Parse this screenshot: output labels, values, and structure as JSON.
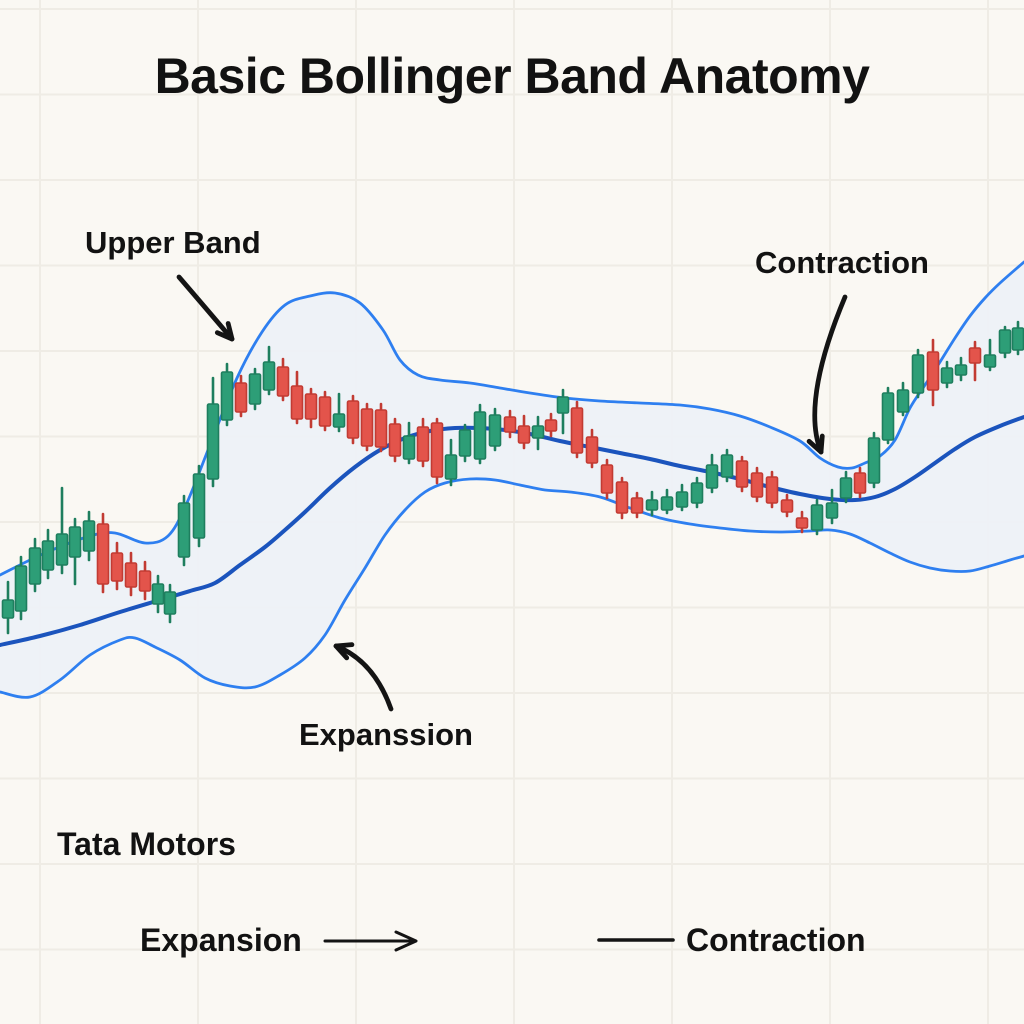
{
  "title": "Basic Bollinger Band Anatomy",
  "ticker": "Tata Motors",
  "legend": {
    "expansion": {
      "label": "Expansion",
      "marker": "right-arrow"
    },
    "contraction": {
      "label": "Contraction",
      "marker": "line"
    }
  },
  "colors": {
    "background": "#faf8f3",
    "grid": "#efece5",
    "band_fill": "#edf1f7",
    "band_line": "#2e7ff0",
    "middle_line": "#1b54bd",
    "candle_up": "#2d9e77",
    "candle_up_border": "#1e7e5e",
    "candle_down": "#e3544b",
    "candle_down_border": "#c23b33",
    "annotation": "#141414",
    "text": "#121212"
  },
  "chart_data": {
    "type": "candlestick",
    "overlay": "bollinger_bands",
    "title": "Basic Bollinger Band Anatomy",
    "instrument": "Tata Motors",
    "axes_visible": false,
    "units": "screen pixels, y increases downward",
    "grid": {
      "v_start": 40,
      "v_step": 158,
      "h_start": 9,
      "h_step": 85.5
    },
    "annotations": {
      "upper_band": {
        "text": "Upper Band",
        "arrow": {
          "from": [
            179,
            277
          ],
          "ctrl": [
            204,
            306
          ],
          "to": [
            232,
            339
          ]
        }
      },
      "contraction": {
        "text": "Contraction",
        "arrow": {
          "from": [
            845,
            297
          ],
          "ctrl": [
            801,
            402
          ],
          "to": [
            821,
            452
          ]
        }
      },
      "expansion": {
        "text": "Expanssion",
        "arrow": {
          "from": [
            391,
            709
          ],
          "ctrl": [
            374,
            661
          ],
          "to": [
            336,
            646
          ]
        }
      }
    },
    "bands": {
      "upper": [
        [
          0,
          575
        ],
        [
          45,
          553
        ],
        [
          90,
          536
        ],
        [
          115,
          533
        ],
        [
          145,
          543
        ],
        [
          168,
          536
        ],
        [
          186,
          505
        ],
        [
          210,
          445
        ],
        [
          237,
          378
        ],
        [
          262,
          332
        ],
        [
          285,
          305
        ],
        [
          310,
          296
        ],
        [
          335,
          293
        ],
        [
          360,
          303
        ],
        [
          383,
          330
        ],
        [
          400,
          360
        ],
        [
          418,
          375
        ],
        [
          440,
          380
        ],
        [
          470,
          383
        ],
        [
          500,
          388
        ],
        [
          530,
          393
        ],
        [
          565,
          398
        ],
        [
          600,
          401
        ],
        [
          640,
          403
        ],
        [
          680,
          405
        ],
        [
          710,
          409
        ],
        [
          740,
          416
        ],
        [
          770,
          427
        ],
        [
          800,
          441
        ],
        [
          820,
          458
        ],
        [
          838,
          467
        ],
        [
          852,
          468
        ],
        [
          865,
          463
        ],
        [
          880,
          456
        ],
        [
          895,
          440
        ],
        [
          910,
          408
        ],
        [
          925,
          385
        ],
        [
          940,
          362
        ],
        [
          955,
          338
        ],
        [
          970,
          316
        ],
        [
          985,
          298
        ],
        [
          1000,
          283
        ],
        [
          1024,
          262
        ]
      ],
      "middle": [
        [
          0,
          645
        ],
        [
          40,
          636
        ],
        [
          80,
          625
        ],
        [
          120,
          612
        ],
        [
          160,
          600
        ],
        [
          190,
          591
        ],
        [
          215,
          583
        ],
        [
          240,
          565
        ],
        [
          265,
          547
        ],
        [
          285,
          530
        ],
        [
          305,
          512
        ],
        [
          330,
          488
        ],
        [
          355,
          467
        ],
        [
          380,
          450
        ],
        [
          405,
          438
        ],
        [
          430,
          431
        ],
        [
          455,
          428
        ],
        [
          480,
          428
        ],
        [
          505,
          430
        ],
        [
          530,
          434
        ],
        [
          560,
          441
        ],
        [
          590,
          447
        ],
        [
          620,
          453
        ],
        [
          650,
          459
        ],
        [
          680,
          466
        ],
        [
          710,
          472
        ],
        [
          740,
          479
        ],
        [
          770,
          487
        ],
        [
          800,
          494
        ],
        [
          830,
          499
        ],
        [
          855,
          500
        ],
        [
          875,
          497
        ],
        [
          895,
          489
        ],
        [
          915,
          477
        ],
        [
          935,
          463
        ],
        [
          955,
          449
        ],
        [
          975,
          437
        ],
        [
          1000,
          426
        ],
        [
          1024,
          417
        ]
      ],
      "lower": [
        [
          0,
          692
        ],
        [
          30,
          697
        ],
        [
          60,
          680
        ],
        [
          90,
          655
        ],
        [
          120,
          640
        ],
        [
          135,
          638
        ],
        [
          155,
          647
        ],
        [
          180,
          660
        ],
        [
          205,
          678
        ],
        [
          230,
          686
        ],
        [
          255,
          687
        ],
        [
          280,
          675
        ],
        [
          305,
          658
        ],
        [
          325,
          635
        ],
        [
          345,
          600
        ],
        [
          365,
          568
        ],
        [
          385,
          535
        ],
        [
          405,
          510
        ],
        [
          425,
          492
        ],
        [
          445,
          483
        ],
        [
          470,
          479
        ],
        [
          495,
          480
        ],
        [
          520,
          485
        ],
        [
          545,
          490
        ],
        [
          570,
          492
        ],
        [
          600,
          497
        ],
        [
          630,
          508
        ],
        [
          660,
          518
        ],
        [
          690,
          524
        ],
        [
          720,
          528
        ],
        [
          750,
          531
        ],
        [
          780,
          532
        ],
        [
          810,
          531
        ],
        [
          830,
          530
        ],
        [
          850,
          534
        ],
        [
          870,
          543
        ],
        [
          890,
          553
        ],
        [
          910,
          562
        ],
        [
          930,
          568
        ],
        [
          950,
          571
        ],
        [
          970,
          571
        ],
        [
          990,
          566
        ],
        [
          1010,
          560
        ],
        [
          1024,
          556
        ]
      ]
    },
    "candles_format": [
      "x",
      "wick_high",
      "body_high",
      "body_low",
      "wick_low",
      "direction(1=up,0=down)"
    ],
    "candles": [
      [
        8,
        582,
        600,
        618,
        633,
        1
      ],
      [
        21,
        557,
        566,
        611,
        619,
        1
      ],
      [
        35,
        539,
        548,
        584,
        591,
        1
      ],
      [
        48,
        530,
        541,
        570,
        578,
        1
      ],
      [
        62,
        488,
        534,
        565,
        573,
        1
      ],
      [
        75,
        519,
        527,
        557,
        584,
        1
      ],
      [
        89,
        512,
        521,
        551,
        560,
        1
      ],
      [
        103,
        514,
        524,
        584,
        592,
        0
      ],
      [
        117,
        543,
        553,
        581,
        589,
        0
      ],
      [
        131,
        553,
        563,
        587,
        595,
        0
      ],
      [
        145,
        562,
        571,
        591,
        599,
        0
      ],
      [
        158,
        576,
        584,
        604,
        612,
        1
      ],
      [
        170,
        585,
        592,
        614,
        622,
        1
      ],
      [
        184,
        496,
        503,
        557,
        565,
        1
      ],
      [
        199,
        466,
        474,
        538,
        546,
        1
      ],
      [
        213,
        378,
        404,
        479,
        486,
        1
      ],
      [
        227,
        364,
        372,
        420,
        425,
        1
      ],
      [
        241,
        376,
        383,
        412,
        416,
        0
      ],
      [
        255,
        369,
        374,
        404,
        409,
        1
      ],
      [
        269,
        347,
        362,
        390,
        394,
        1
      ],
      [
        283,
        359,
        367,
        396,
        400,
        0
      ],
      [
        297,
        372,
        386,
        419,
        423,
        0
      ],
      [
        311,
        389,
        394,
        419,
        427,
        0
      ],
      [
        325,
        392,
        397,
        426,
        430,
        0
      ],
      [
        339,
        394,
        414,
        427,
        431,
        1
      ],
      [
        353,
        396,
        401,
        438,
        443,
        0
      ],
      [
        367,
        404,
        409,
        446,
        450,
        0
      ],
      [
        381,
        404,
        410,
        447,
        451,
        0
      ],
      [
        395,
        419,
        424,
        456,
        461,
        0
      ],
      [
        409,
        423,
        436,
        459,
        463,
        1
      ],
      [
        423,
        419,
        427,
        461,
        466,
        0
      ],
      [
        437,
        419,
        423,
        477,
        483,
        0
      ],
      [
        451,
        440,
        455,
        479,
        485,
        1
      ],
      [
        465,
        425,
        430,
        456,
        461,
        1
      ],
      [
        480,
        405,
        412,
        459,
        463,
        1
      ],
      [
        495,
        409,
        415,
        446,
        450,
        1
      ],
      [
        510,
        411,
        417,
        432,
        437,
        0
      ],
      [
        524,
        416,
        426,
        443,
        448,
        0
      ],
      [
        538,
        417,
        426,
        438,
        449,
        1
      ],
      [
        551,
        414,
        420,
        431,
        436,
        0
      ],
      [
        563,
        390,
        397,
        413,
        433,
        1
      ],
      [
        577,
        402,
        408,
        453,
        457,
        0
      ],
      [
        592,
        430,
        437,
        463,
        467,
        0
      ],
      [
        607,
        460,
        465,
        493,
        498,
        0
      ],
      [
        622,
        478,
        482,
        513,
        518,
        0
      ],
      [
        637,
        493,
        498,
        513,
        517,
        0
      ],
      [
        652,
        492,
        500,
        510,
        515,
        1
      ],
      [
        667,
        490,
        497,
        510,
        513,
        1
      ],
      [
        682,
        485,
        492,
        507,
        510,
        1
      ],
      [
        697,
        478,
        483,
        503,
        507,
        1
      ],
      [
        712,
        455,
        465,
        488,
        492,
        1
      ],
      [
        727,
        450,
        455,
        477,
        481,
        1
      ],
      [
        742,
        457,
        461,
        487,
        491,
        0
      ],
      [
        757,
        468,
        473,
        497,
        501,
        0
      ],
      [
        772,
        472,
        477,
        503,
        507,
        0
      ],
      [
        787,
        495,
        500,
        512,
        516,
        0
      ],
      [
        802,
        512,
        518,
        528,
        532,
        0
      ],
      [
        817,
        500,
        505,
        530,
        534,
        1
      ],
      [
        832,
        490,
        503,
        518,
        523,
        1
      ],
      [
        846,
        472,
        478,
        498,
        502,
        1
      ],
      [
        860,
        468,
        473,
        493,
        497,
        0
      ],
      [
        874,
        433,
        438,
        483,
        487,
        1
      ],
      [
        888,
        388,
        393,
        440,
        443,
        1
      ],
      [
        903,
        383,
        390,
        412,
        415,
        1
      ],
      [
        918,
        350,
        355,
        393,
        397,
        1
      ],
      [
        933,
        340,
        352,
        390,
        405,
        0
      ],
      [
        947,
        362,
        368,
        383,
        387,
        1
      ],
      [
        961,
        358,
        365,
        375,
        380,
        1
      ],
      [
        975,
        342,
        348,
        363,
        380,
        0
      ],
      [
        990,
        340,
        355,
        367,
        370,
        1
      ],
      [
        1005,
        327,
        330,
        353,
        357,
        1
      ],
      [
        1018,
        322,
        328,
        350,
        354,
        1
      ]
    ]
  }
}
